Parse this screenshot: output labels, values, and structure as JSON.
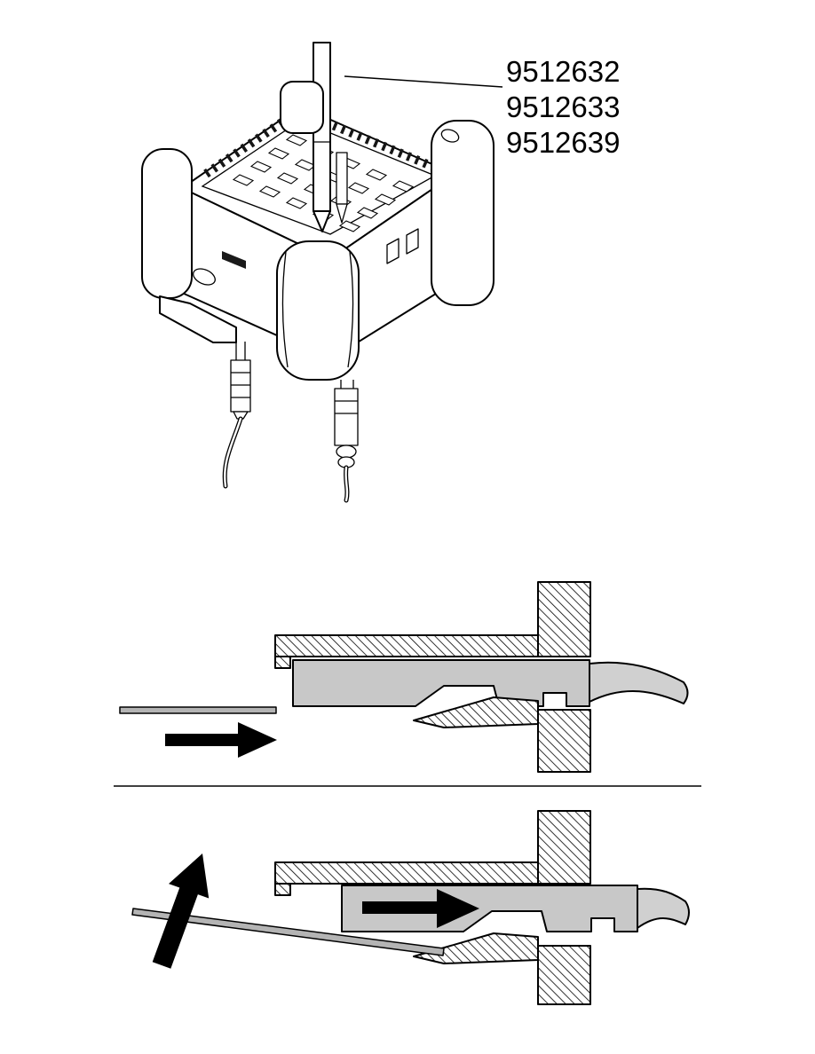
{
  "figure": {
    "part_labels": [
      "9512632",
      "9512633",
      "9512639"
    ],
    "colors": {
      "outline": "#000000",
      "terminal_gray": "#c8c8c8",
      "wire_gray": "#d0d0d0",
      "tool_gray": "#b4b4b4",
      "background": "#ffffff"
    }
  }
}
